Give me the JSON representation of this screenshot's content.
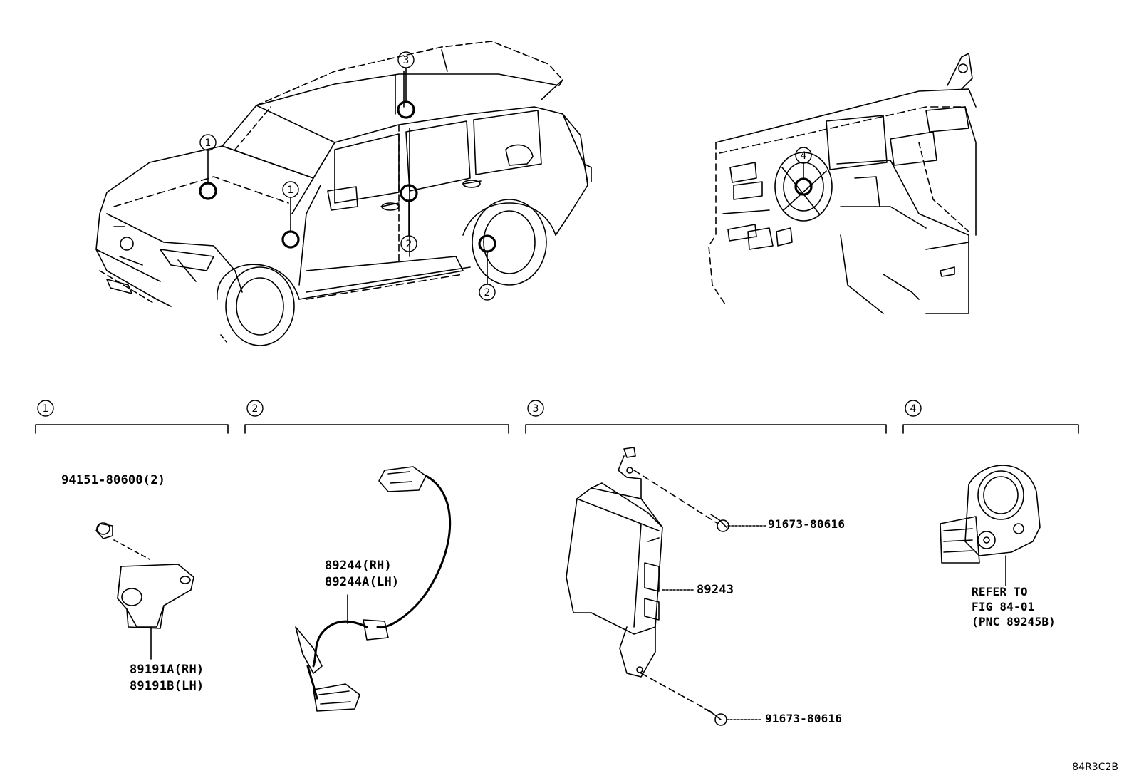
{
  "callouts": {
    "c1": "1",
    "c2": "2",
    "c3": "3",
    "c4": "4"
  },
  "parts": {
    "clip": "94151-80600(2)",
    "front_sensor_rh": "89191A(RH)",
    "front_sensor_lh": "89191B(LH)",
    "side_sensor_rh": "89244(RH)",
    "side_sensor_lh": "89244A(LH)",
    "bolt_upper": "91673-80616",
    "bolt_lower": "91673-80616",
    "airbag_ecu": "89243",
    "refer_line1": "REFER TO",
    "refer_line2": "FIG 84-01",
    "refer_line3": "(PNC 89245B)"
  },
  "figure_code": "84R3C2B"
}
